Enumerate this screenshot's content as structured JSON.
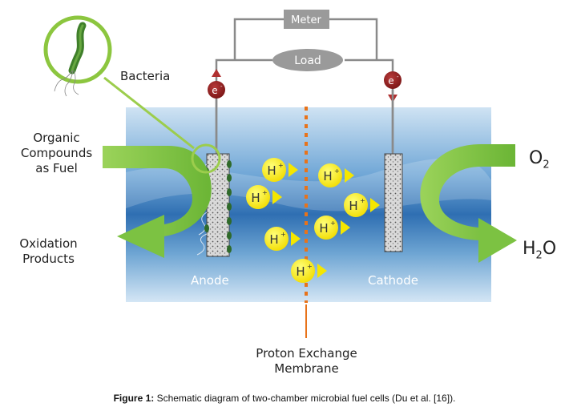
{
  "diagram": {
    "meter_label": "Meter",
    "load_label": "Load",
    "bacteria_label": "Bacteria",
    "electron_label": "e",
    "electron_superscript": "-",
    "fuel_label_lines": [
      "Organic",
      "Compounds",
      "as Fuel"
    ],
    "oxidation_label_lines": [
      "Oxidation",
      "Products"
    ],
    "anode_label": "Anode",
    "cathode_label": "Cathode",
    "proton_label": "H",
    "proton_superscript": "+",
    "oxygen_label": "O",
    "oxygen_subscript": "2",
    "water_label_left": "H",
    "water_subscript": "2",
    "water_label_right": "O",
    "membrane_label_lines": [
      "Proton Exchange",
      "Membrane"
    ],
    "colors": {
      "arrow_green": "#7cc242",
      "proton_yellow": "#f5e600",
      "electron_red": "#8b1a1a",
      "membrane_orange": "#e8731a",
      "water_blue": "#3a78b8"
    }
  },
  "caption": {
    "bold": "Figure 1:",
    "text": " Schematic diagram of two-chamber microbial fuel cells (Du et al. [16])."
  }
}
